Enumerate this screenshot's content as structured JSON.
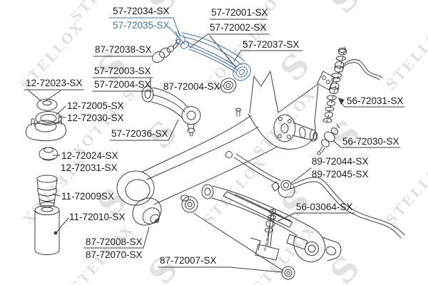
{
  "page": {
    "background": "#ffffff",
    "kind": "exploded parts diagram",
    "subject": "rear suspension components"
  },
  "colors": {
    "highlight": "#3f72b8",
    "line": "#3d3d3d",
    "label_text": "#1c1c1c",
    "watermark": "#c9c9c9"
  },
  "watermark": {
    "text": "STELLOX",
    "logo_glyph": "S"
  },
  "diagram": {
    "highlighted_part": "57-72035-SX",
    "labels": [
      {
        "text": "57-72034-SX"
      },
      {
        "text": "57-72035-SX"
      },
      {
        "text": "57-72001-SX"
      },
      {
        "text": "57-72002-SX"
      },
      {
        "text": "87-72038-SX"
      },
      {
        "text": "57-72037-SX"
      },
      {
        "text": "57-72003-SX"
      },
      {
        "text": "57-72004-SX"
      },
      {
        "text": "12-72023-SX"
      },
      {
        "text": "87-72004-SX"
      },
      {
        "text": "12-72005-SX"
      },
      {
        "text": "12-72030-SX"
      },
      {
        "text": "57-72036-SX"
      },
      {
        "text": "56-72031-SX"
      },
      {
        "text": "56-72030-SX"
      },
      {
        "text": "12-72024-SX"
      },
      {
        "text": "12-72031-SX"
      },
      {
        "text": "89-72044-SX"
      },
      {
        "text": "89-72045-SX"
      },
      {
        "text": "11-72009SX"
      },
      {
        "text": "11-72010-SX"
      },
      {
        "text": "56-03064-SX"
      },
      {
        "text": "87-72008-SX"
      },
      {
        "text": "87-72070-SX"
      },
      {
        "text": "87-72007-SX"
      }
    ]
  }
}
